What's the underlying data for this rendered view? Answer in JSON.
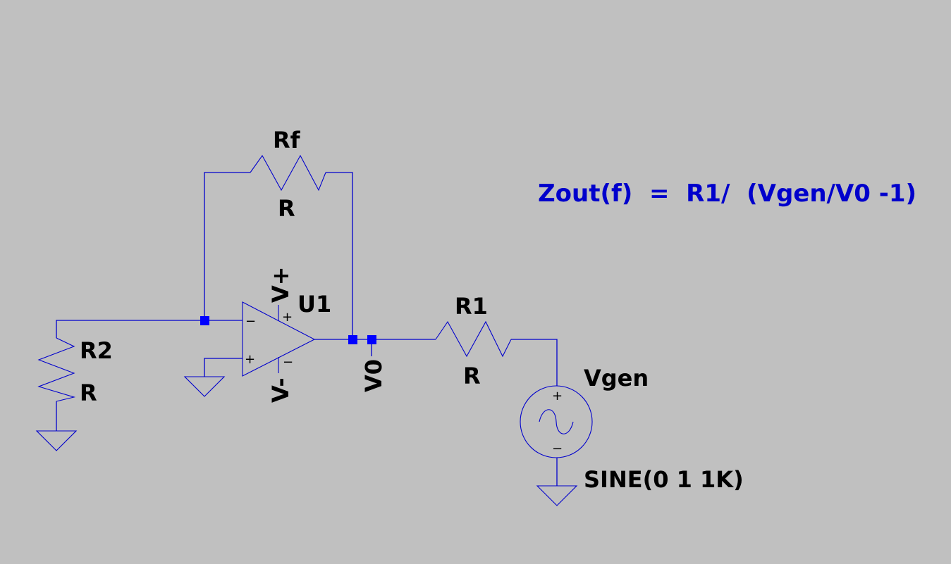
{
  "colors": {
    "background": "#c0c0c0",
    "wire": "#0000cc",
    "junction": "#0000ff",
    "label": "#000000",
    "formula": "#0000cc"
  },
  "components": {
    "rf": {
      "name": "Rf",
      "value": "R"
    },
    "r2": {
      "name": "R2",
      "value": "R"
    },
    "r1": {
      "name": "R1",
      "value": "R"
    },
    "u1": {
      "name": "U1",
      "vplus": "V+",
      "vminus": "V-",
      "inv_pin": "−",
      "noninv_pin": "+",
      "supply_pos_pin": "+",
      "supply_neg_pin": "−"
    },
    "vgen": {
      "name": "Vgen",
      "value": "SINE(0 1 1K)",
      "plus_pin": "+",
      "minus_pin": "−"
    }
  },
  "nets": {
    "output": "V0"
  },
  "annotation": {
    "formula": "Zout(f)  =  R1/  (Vgen/V0 -1)"
  }
}
